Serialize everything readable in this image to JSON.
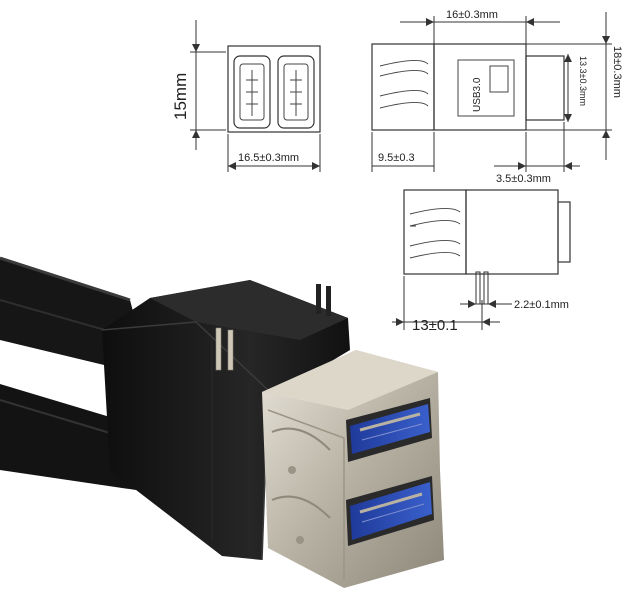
{
  "image": {
    "subject": "Dual stacked USB 3.0 Type-A female socket with cable and dimension drawings",
    "accent_colors": {
      "usb3_blue": "#2f4fb4",
      "metal": "#c9c4b8",
      "body_black": "#1b1b1b",
      "cable_black": "#141414"
    }
  },
  "front_view": {
    "height_label": "15mm",
    "width_label": "16.5±0.3mm"
  },
  "side_view": {
    "length_label": "16±0.3mm",
    "housing_text": "USB3.0",
    "inner_height_label": "13.3±0.3mm",
    "height_label": "18±0.3mm",
    "front_label": "9.5±0.3",
    "rear_label": "3.5±0.3mm"
  },
  "pin_view": {
    "depth_label": "13±0.1",
    "pin_label": "2.2±0.1mm"
  }
}
